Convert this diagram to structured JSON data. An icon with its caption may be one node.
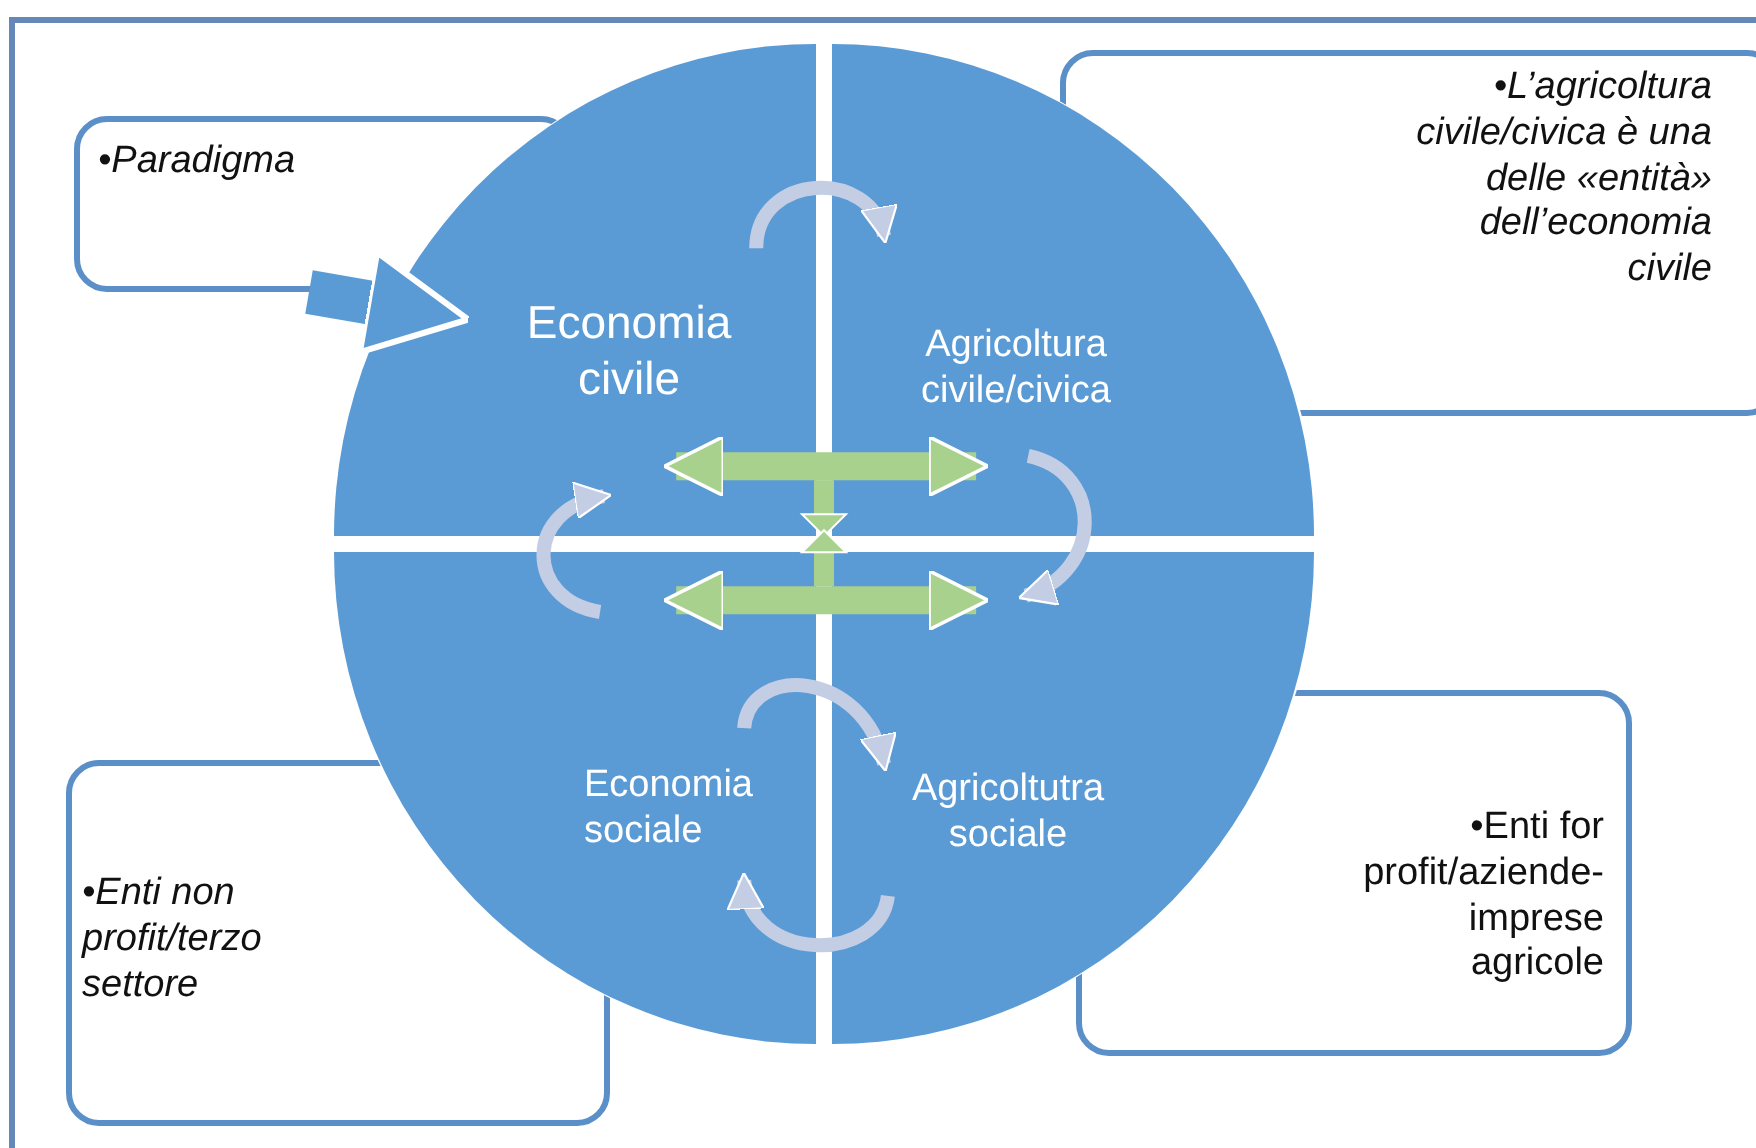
{
  "diagram": {
    "nodes": [
      {
        "text": [
          "•Paradigma"
        ]
      },
      {
        "text": [
          "Economia civile"
        ]
      },
      {
        "text": [
          "Agricoltura civile/civica"
        ]
      },
      {
        "text": [
          "•L’agricoltura civile/civica è una delle «entità» dell’economia civile"
        ]
      },
      {
        "text": [
          "Economia sociale"
        ]
      },
      {
        "text": [
          "Agricoltutra sociale"
        ]
      },
      {
        "text": [
          "•Enti non profit/terzo settore"
        ]
      },
      {
        "text": [
          "•Enti for profit/aziende-imprese agricole"
        ]
      }
    ],
    "edges": [
      {
        "from": 0,
        "to": 1,
        "arrow": "to",
        "style": "thick",
        "color": "#5b9bd5"
      },
      {
        "from": 1,
        "to": 2,
        "arrow": "both",
        "style": "thick",
        "color": "#a9d18e"
      },
      {
        "from": 4,
        "to": 5,
        "arrow": "both",
        "style": "thick",
        "color": "#a9d18e"
      },
      {
        "from": 1,
        "to": 2,
        "arrow": "to"
      },
      {
        "from": 2,
        "to": 5,
        "arrow": "to"
      },
      {
        "from": 4,
        "to": 5,
        "arrow": "to"
      },
      {
        "from": 5,
        "to": 4,
        "arrow": "to"
      },
      {
        "from": 4,
        "to": 1,
        "arrow": "to"
      }
    ]
  }
}
